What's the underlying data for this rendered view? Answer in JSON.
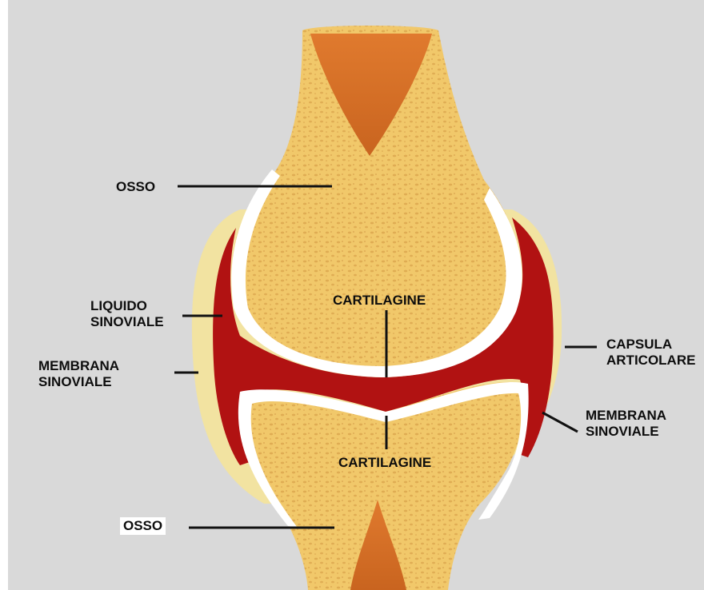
{
  "labels": {
    "bone_top": "OSSO",
    "bone_bottom": "OSSO",
    "synovial_fluid_line1": "LIQUIDO",
    "synovial_fluid_line2": "SINOVIALE",
    "synovial_membrane_left_line1": "MEMBRANA",
    "synovial_membrane_left_line2": "SINOVIALE",
    "cartilage_top": "CARTILAGINE",
    "cartilage_bottom": "CARTILAGINE",
    "capsule_line1": "CAPSULA",
    "capsule_line2": "ARTICOLARE",
    "synovial_membrane_right_line1": "MEMBRANA",
    "synovial_membrane_right_line2": "SINOVIALE"
  },
  "colors": {
    "background": "#d9d9d9",
    "bone": "#f1c86a",
    "bone_spots": "#d9a24a",
    "marrow": "#d8772e",
    "cartilage": "#ffffff",
    "synovial_fluid": "#b11212",
    "capsule": "#f4e39a",
    "leader_lines": "#111111"
  }
}
